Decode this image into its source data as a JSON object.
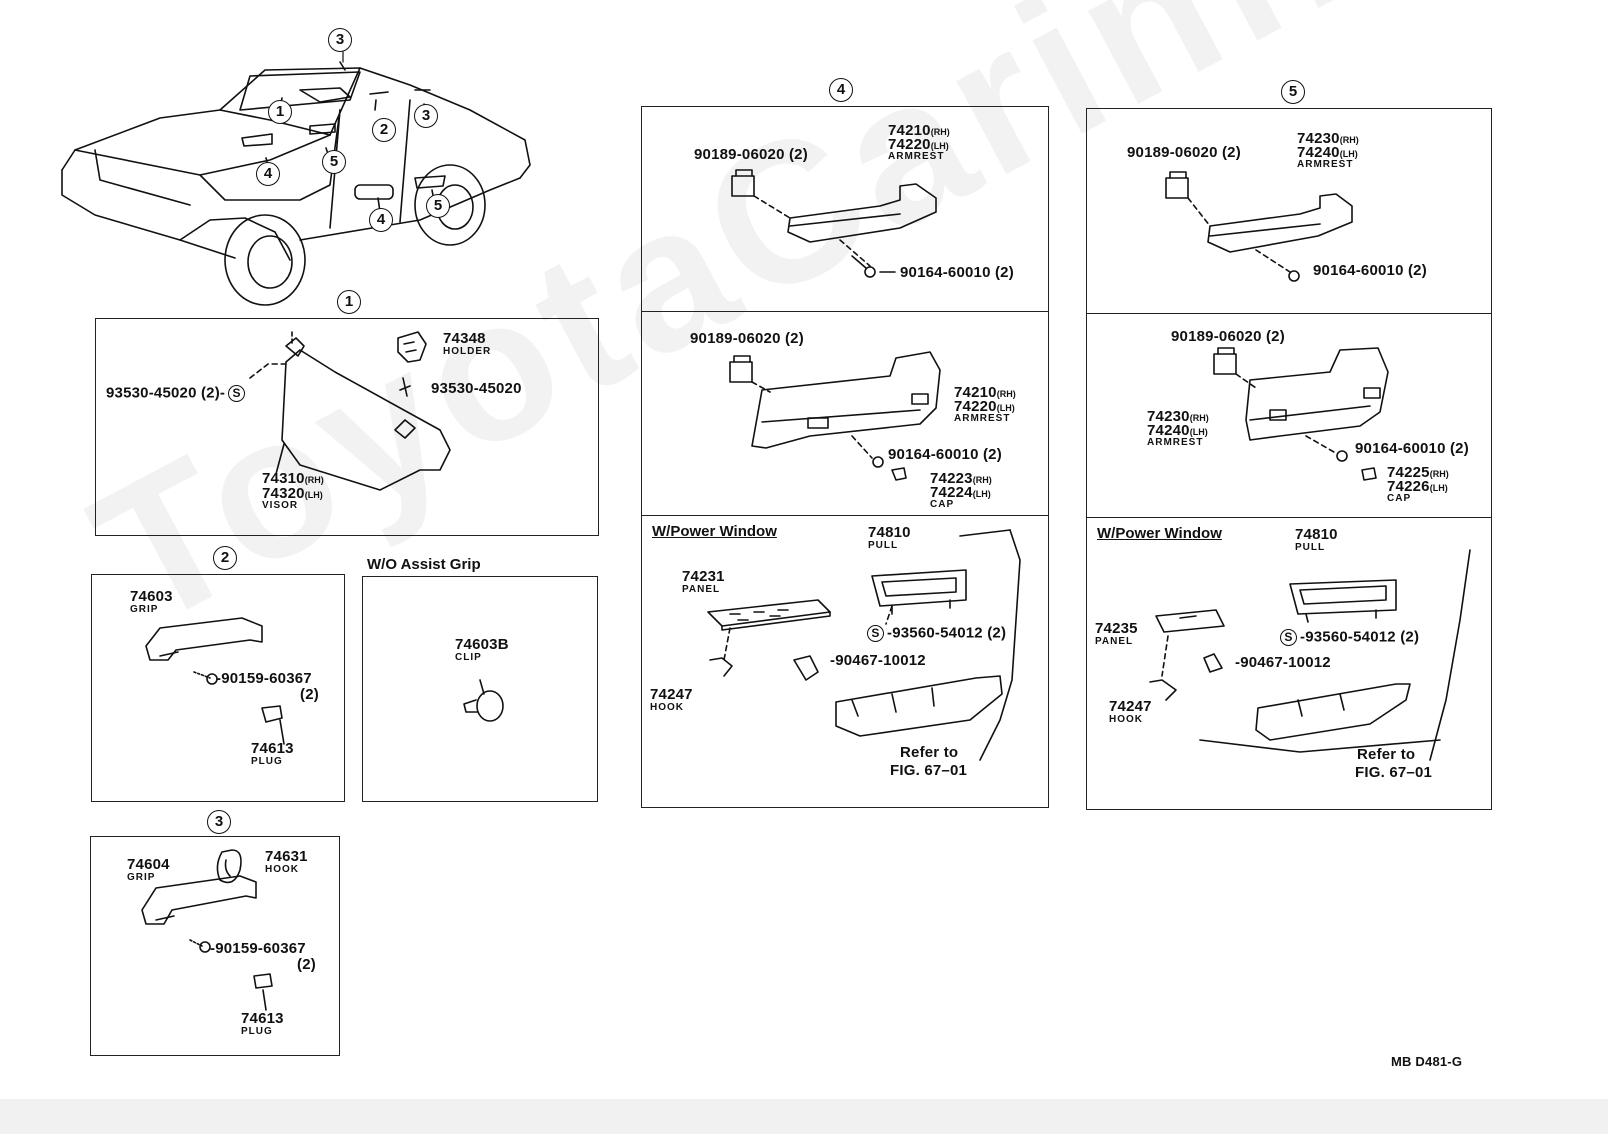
{
  "callouts": {
    "c1": "1",
    "c2": "2",
    "c3": "3",
    "c4": "4",
    "c5": "5"
  },
  "panel1": {
    "holder_num": "74348",
    "holder_name": "HOLDER",
    "screw_left": "93530-45020 (2)-",
    "screw_right": "93530-45020",
    "visor_rh": "74310",
    "visor_lh": "74320",
    "visor_name": "VISOR",
    "rh": "(RH)",
    "lh": "(LH)"
  },
  "panel2": {
    "grip_num": "74603",
    "grip_name": "GRIP",
    "screw": "90159-60367",
    "screw_qty": "(2)",
    "plug_num": "74613",
    "plug_name": "PLUG"
  },
  "panel_wo": {
    "title": "W/O Assist Grip",
    "clip_num": "74603B",
    "clip_name": "CLIP"
  },
  "panel3": {
    "grip_num": "74604",
    "grip_name": "GRIP",
    "hook_num": "74631",
    "hook_name": "HOOK",
    "screw": "90159-60367",
    "screw_qty": "(2)",
    "plug_num": "74613",
    "plug_name": "PLUG"
  },
  "panel4": {
    "a_bracket": "90189-06020 (2)",
    "a_rh": "74210",
    "a_lh": "74220",
    "a_name": "ARMREST",
    "a_screw": "90164-60010 (2)",
    "b_bracket": "90189-06020 (2)",
    "b_rh": "74210",
    "b_lh": "74220",
    "b_name": "ARMREST",
    "b_screw": "90164-60010 (2)",
    "b_cap_rh": "74223",
    "b_cap_lh": "74224",
    "b_cap_name": "CAP",
    "c_title": "W/Power Window",
    "c_pull_num": "74810",
    "c_pull_name": "PULL",
    "c_panel_num": "74231",
    "c_panel_name": "PANEL",
    "c_screw": "93560-54012",
    "c_screw_qty": "(2)",
    "c_clip": "90467-10012",
    "c_hook_num": "74247",
    "c_hook_name": "HOOK",
    "c_refer": "Refer to",
    "c_fig": "FIG. 67–01"
  },
  "panel5": {
    "a_bracket": "90189-06020 (2)",
    "a_rh": "74230",
    "a_lh": "74240",
    "a_name": "ARMREST",
    "a_screw": "90164-60010 (2)",
    "b_bracket": "90189-06020 (2)",
    "b_rh": "74230",
    "b_lh": "74240",
    "b_name": "ARMREST",
    "b_screw": "90164-60010 (2)",
    "b_cap_rh": "74225",
    "b_cap_lh": "74226",
    "b_cap_name": "CAP",
    "c_title": "W/Power Window",
    "c_pull_num": "74810",
    "c_pull_name": "PULL",
    "c_panel_num": "74235",
    "c_panel_name": "PANEL",
    "c_screw": "93560-54012",
    "c_screw_qty": "(2)",
    "c_clip": "90467-10012",
    "c_hook_num": "74247",
    "c_hook_name": "HOOK",
    "c_refer": "Refer to",
    "c_fig": "FIG. 67–01"
  },
  "s_symbol": "S",
  "drawing_code": "MB D481-G",
  "watermark": "ToyotaCarinf.ru"
}
